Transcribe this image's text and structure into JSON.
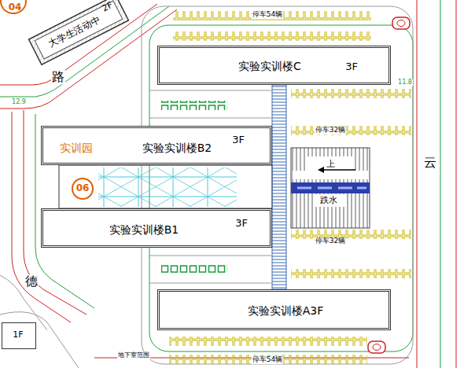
{
  "diagram": {
    "nodes": [
      {
        "text": [
          "04"
        ]
      },
      {
        "text": [
          "大学生活动中",
          "2F"
        ]
      },
      {
        "text": [
          "实验实训楼C",
          "3F"
        ]
      },
      {
        "text": [
          "实训园",
          "实验实训楼B2",
          "3F"
        ]
      },
      {
        "text": [
          "06"
        ]
      },
      {
        "text": [
          "实验实训楼B1",
          "3F"
        ]
      },
      {
        "text": [
          "上",
          "跌水"
        ]
      },
      {
        "text": [
          "实验实训楼A3F"
        ]
      },
      {
        "text": [
          "1F"
        ]
      }
    ],
    "labels": [
      "停车54辆",
      "停车32辆",
      "停车32辆",
      "停车54辆",
      "路",
      "云",
      "德",
      "11.8",
      "12.9",
      "地下室范围"
    ]
  }
}
